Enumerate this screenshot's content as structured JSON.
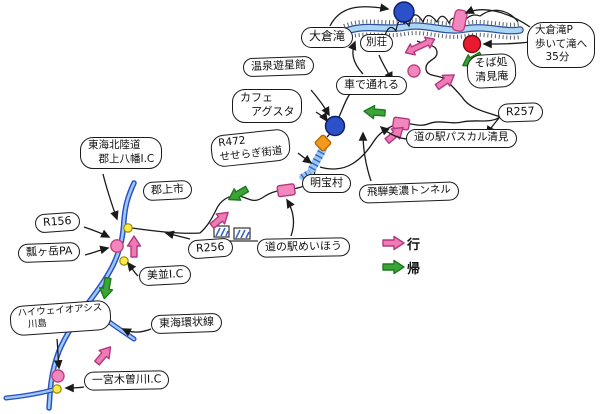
{
  "labels": {
    "okura_falls": "大倉滝",
    "villa": "別荘",
    "onsen_yuseikan": "温泉遊星館",
    "cafe_agusta": "カフェ\n　アグスタ",
    "drivable_by_car": "車で通れる",
    "okura_parking_note": "大倉滝P\n歩いて滝へ\n　35分",
    "soba_kiyomian": "そば処\n清見庵",
    "route_257": "R257",
    "michinoeki_pascal_kiyomi": "道の駅パスカル清見",
    "r472_seseragi_kaido": "R472\nせせらぎ街道",
    "meiho_village": "明宝村",
    "hida_mino_tunnel": "飛騨美濃トンネル",
    "michinoeki_meiho": "道の駅めいほう",
    "tokai_hokuriku_gujo_hachiman_ic": "東海北陸道\n　郡上八幡I.C",
    "gujo_city": "郡上市",
    "route_256": "R256",
    "route_156": "R156",
    "fukubegatake_pa": "瓢ヶ岳PA",
    "minami_ic": "美並I.C",
    "highway_oasis_kawashima": "ハイウェイオアシス\n　川島",
    "tokai_kanjo_line": "東海環状線",
    "ichinomiya_kisogawa_ic": "一宮木曽川I.C"
  },
  "legend": {
    "outbound_label": "行",
    "return_label": "帰"
  },
  "colors": {
    "outbound_pink": "#f07ab4",
    "return_green": "#3aa536",
    "expressway_edge": "#2a4fc0",
    "expressway_fill": "#9cc8f4",
    "stream_blue": "#aad6f4",
    "poi_blue": "#2b50c8",
    "poi_red": "#e81a2e",
    "poi_pink": "#f287bd",
    "poi_orange": "#f5991e",
    "ic_yellow": "#ffe94a",
    "ink": "#1a1a1a"
  }
}
